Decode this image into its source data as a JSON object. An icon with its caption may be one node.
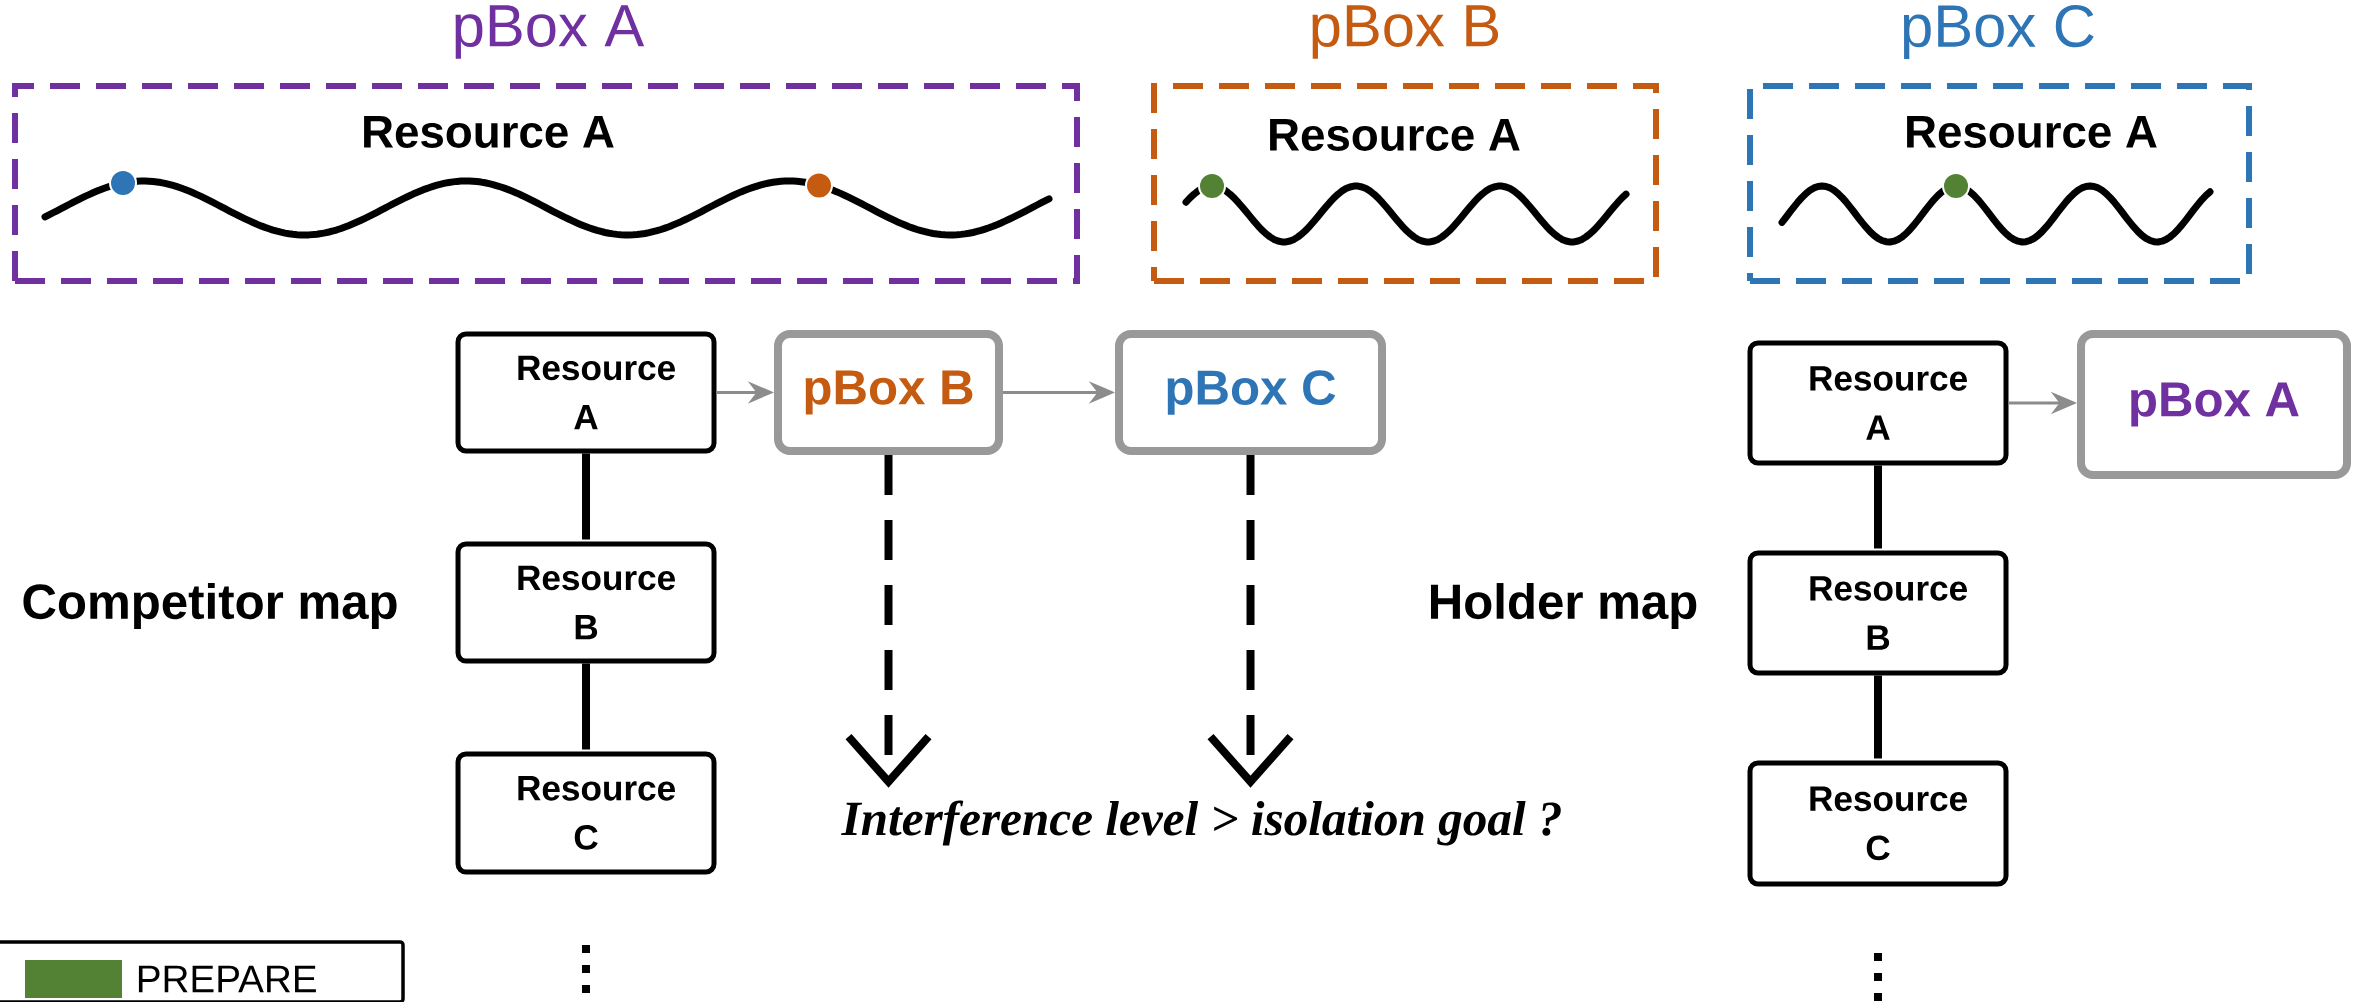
{
  "diagram": {
    "nodes": [
      {
        "text": [
          "pBox A",
          "Resource A"
        ]
      },
      {
        "text": [
          "pBox B",
          "Resource A"
        ]
      },
      {
        "text": [
          "pBox C",
          "Resource A"
        ]
      },
      {
        "text": [
          "Resource A"
        ]
      },
      {
        "text": [
          "Resource B"
        ]
      },
      {
        "text": [
          "Resource C"
        ]
      },
      {
        "text": [
          "pBox B"
        ]
      },
      {
        "text": [
          "pBox C"
        ]
      },
      {
        "text": [
          "Resource A"
        ]
      },
      {
        "text": [
          "Resource B"
        ]
      },
      {
        "text": [
          "Resource C"
        ]
      },
      {
        "text": [
          "pBox A"
        ]
      },
      {
        "text": [
          "Interference level > isolation goal ?"
        ]
      }
    ],
    "edges": [
      {
        "from": 3,
        "to": 6,
        "arrow": "to",
        "color": "#8c8c8c"
      },
      {
        "from": 6,
        "to": 7,
        "arrow": "to",
        "color": "#8c8c8c"
      },
      {
        "from": 3,
        "to": 4,
        "arrow": "none"
      },
      {
        "from": 4,
        "to": 5,
        "arrow": "none"
      },
      {
        "from": 6,
        "to": 12,
        "arrow": "to",
        "style": "dashed"
      },
      {
        "from": 7,
        "to": 12,
        "arrow": "to",
        "style": "dashed"
      },
      {
        "from": 8,
        "to": 11,
        "arrow": "to",
        "color": "#8c8c8c"
      },
      {
        "from": 8,
        "to": 9,
        "arrow": "none"
      },
      {
        "from": 9,
        "to": 10,
        "arrow": "none"
      }
    ],
    "labels": [
      "Competitor map",
      "Holder map"
    ],
    "legend": [
      {
        "text": "PREPARE",
        "color": "#548235"
      }
    ]
  }
}
